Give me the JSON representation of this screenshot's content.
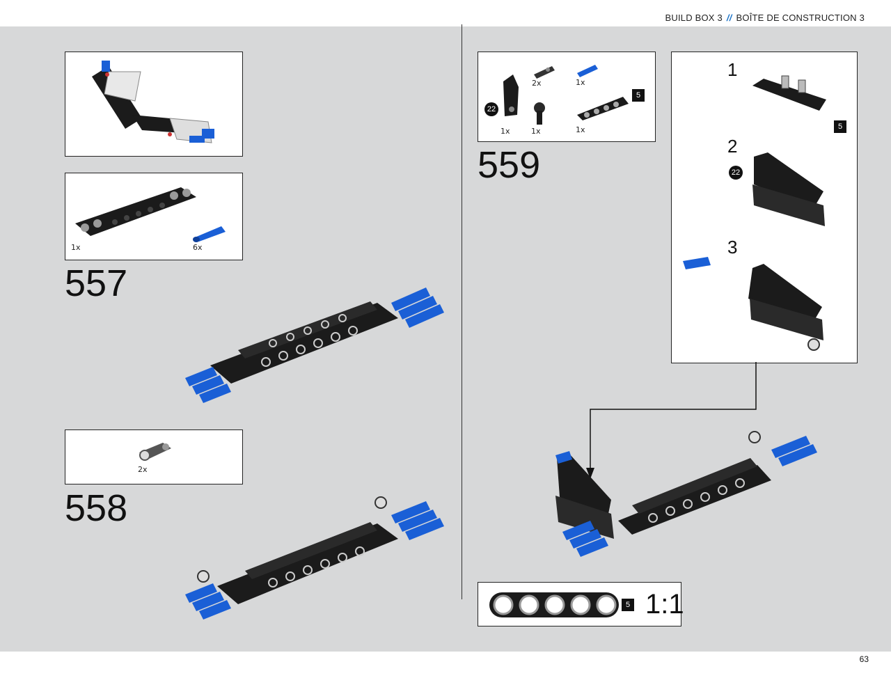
{
  "header": {
    "left_text": "BUILD BOX 3",
    "separator": "//",
    "right_text": "BOÎTE DE CONSTRUCTION 3"
  },
  "footer": {
    "page_number": "63"
  },
  "steps": {
    "s557": {
      "number": "557",
      "parts": [
        {
          "qty": "1x",
          "icon": "black-beam-7-icon"
        },
        {
          "qty": "6x",
          "icon": "blue-axle-pin-icon"
        }
      ]
    },
    "s558": {
      "number": "558",
      "parts": [
        {
          "qty": "2x",
          "icon": "gray-connector-icon"
        }
      ]
    },
    "s559": {
      "number": "559",
      "parts": [
        {
          "qty": "1x",
          "icon": "black-panel-icon",
          "callout": "22"
        },
        {
          "qty": "2x",
          "icon": "axle-pin-icon"
        },
        {
          "qty": "1x",
          "icon": "blue-pin-icon"
        },
        {
          "qty": "1x",
          "icon": "ball-joint-icon"
        },
        {
          "qty": "1x",
          "icon": "black-beam-5-icon",
          "tag": "5"
        }
      ]
    }
  },
  "callout": {
    "substeps": [
      {
        "number": "1",
        "tag": "5"
      },
      {
        "number": "2",
        "callout": "22"
      },
      {
        "number": "3"
      }
    ]
  },
  "scale_box": {
    "tag": "5",
    "ratio": "1:1"
  },
  "colors": {
    "background": "#d7d8d9",
    "accent_blue": "#1a5fd6",
    "beam_black": "#1b1b1b",
    "header_slash": "#1a73c8"
  }
}
